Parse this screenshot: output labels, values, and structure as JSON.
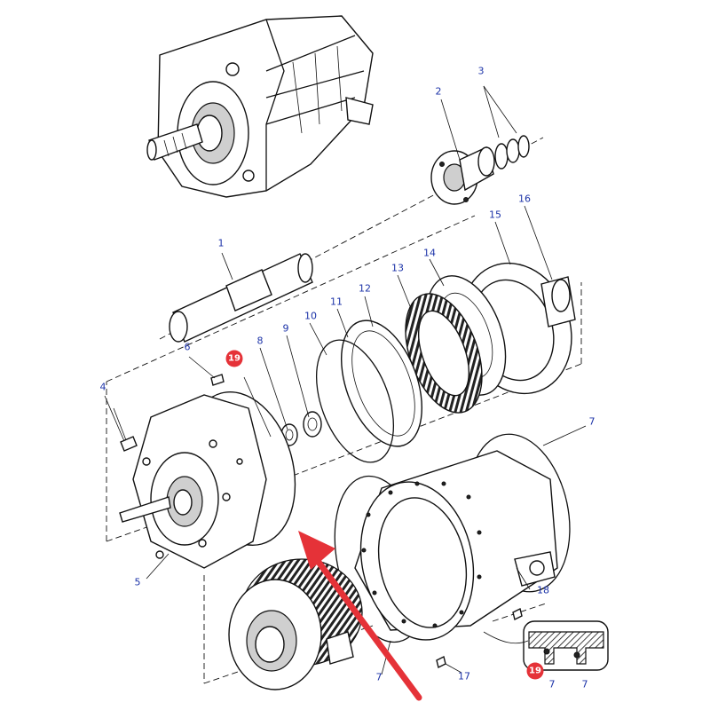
{
  "diagram": {
    "part_numbers": {
      "p1": "1",
      "p2": "2",
      "p3": "3",
      "p4": "4",
      "p5": "5",
      "p6": "6",
      "p7a": "7",
      "p7b": "7",
      "p7c": "7",
      "p7d": "7",
      "p8": "8",
      "p9": "9",
      "p10": "10",
      "p11": "11",
      "p12": "12",
      "p13": "13",
      "p14": "14",
      "p15": "15",
      "p16": "16",
      "p17": "17",
      "p18": "18"
    },
    "callouts": {
      "c19a": "19",
      "c19b": "19"
    },
    "colors": {
      "label": "#1c33a8",
      "callout": "#e53238",
      "arrow": "#e53238",
      "lines": "#111111"
    }
  }
}
